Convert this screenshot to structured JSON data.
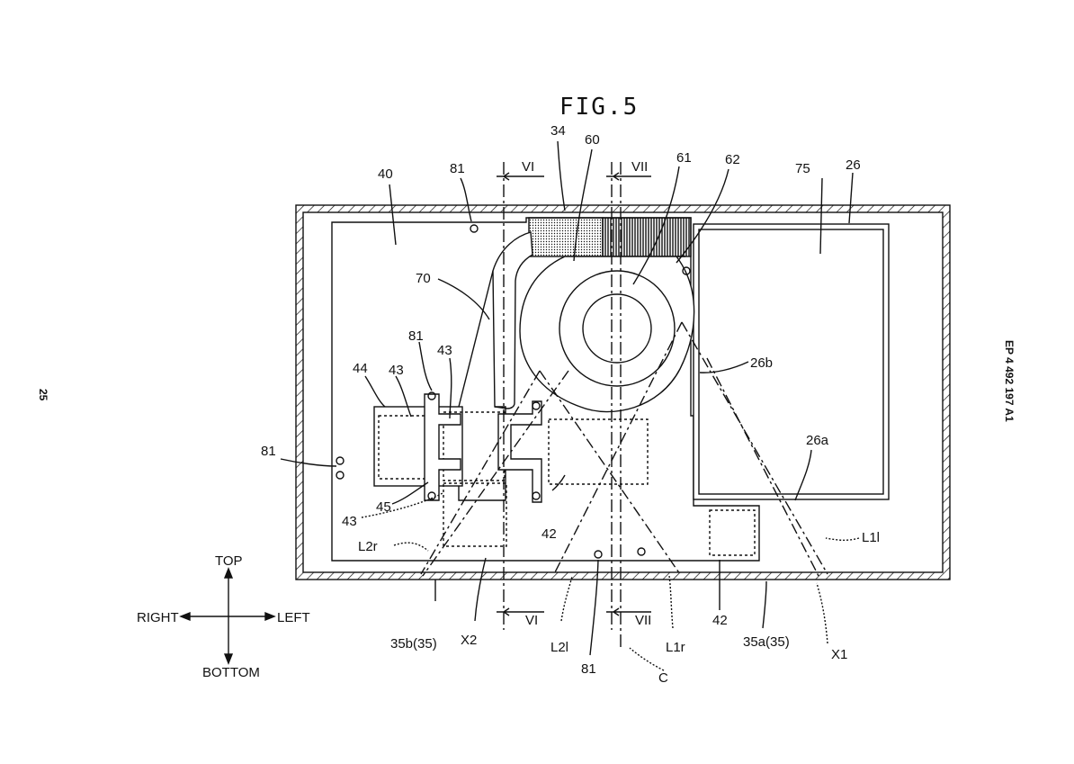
{
  "figure": {
    "title": "FIG.5"
  },
  "page": {
    "number": "25",
    "doc_id": "EP 4 492 197 A1"
  },
  "labels": {
    "l40": "40",
    "l81a": "81",
    "lVI_top": "VI",
    "l34": "34",
    "l60": "60",
    "lVII_top": "VII",
    "l61": "61",
    "l62": "62",
    "l75": "75",
    "l26": "26",
    "l70": "70",
    "l81b": "81",
    "l43a": "43",
    "l44": "44",
    "l43b": "43",
    "l26b": "26b",
    "l26a": "26a",
    "l81c": "81",
    "l45": "45",
    "l43c": "43",
    "l42a": "42",
    "l2r": "L2r",
    "l1l": "L1l",
    "lVI_bot": "VI",
    "lVII_bot": "VII",
    "l42b": "42",
    "l35b": "35b(35)",
    "lX2": "X2",
    "l2l": "L2l",
    "l81d": "81",
    "l1r": "L1r",
    "l35a": "35a(35)",
    "lX1": "X1",
    "lC": "C"
  },
  "directions": {
    "top": "TOP",
    "right": "RIGHT",
    "left": "LEFT",
    "bottom": "BOTTOM"
  }
}
